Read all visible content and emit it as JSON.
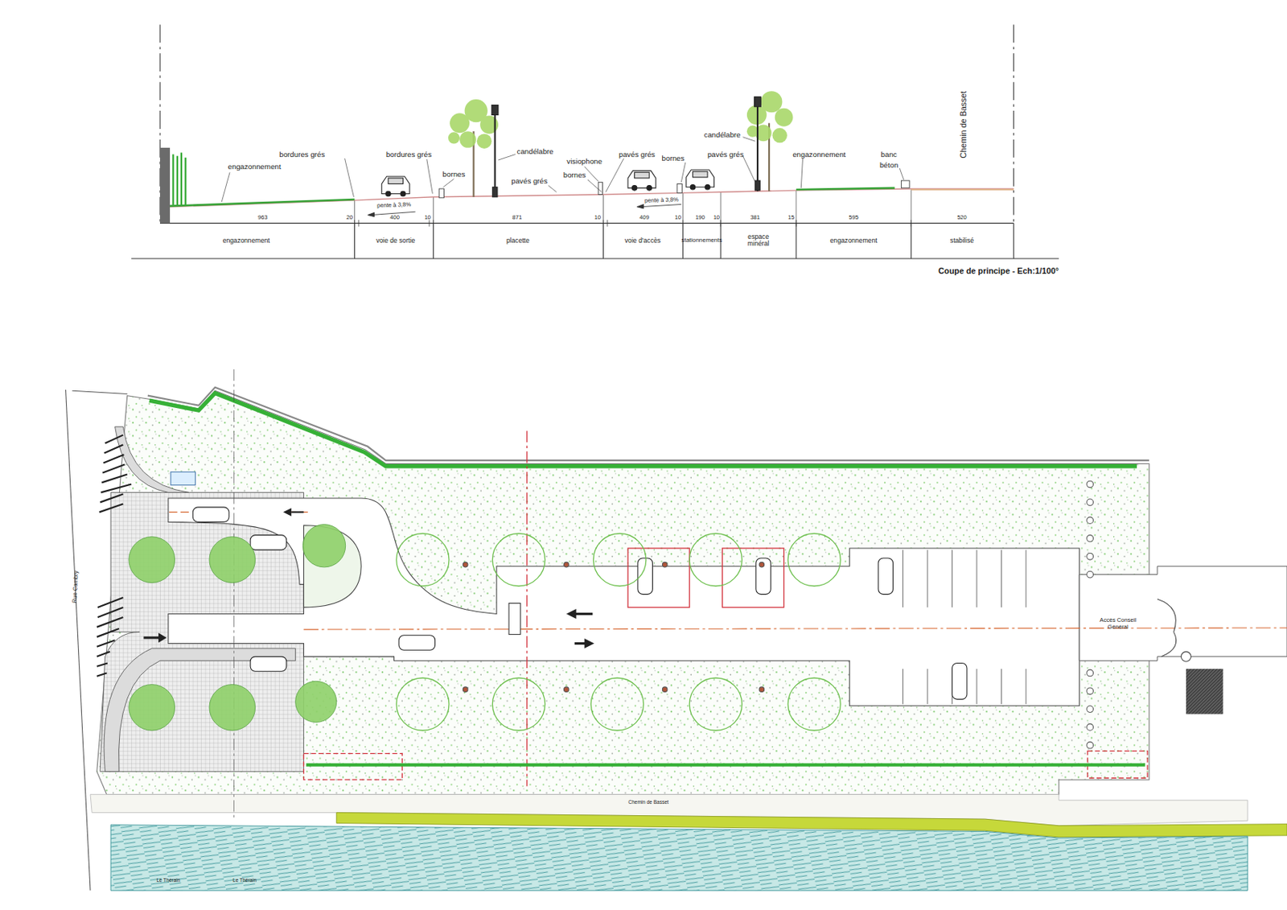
{
  "diagram": {
    "caption": "Coupe de principe - Ech:1/100°",
    "labels": [
      "bordures grés",
      "engazonnement",
      "bordures grés",
      "candélabre",
      "bornes",
      "pavés grés",
      "visiophone",
      "bornes",
      "pavés grés",
      "bornes",
      "candélabre",
      "pavés grés",
      "engazonnement",
      "banc",
      "béton",
      "Chemin de Basset",
      "pente à 3,8%",
      "pente à 3,8%",
      "963",
      "20",
      "400",
      "10",
      "871",
      "10",
      "409",
      "10",
      "190",
      "10",
      "381",
      "15",
      "595",
      "520",
      "engazonnement",
      "voie de sortie",
      "placette",
      "voie d'accès",
      "stationnements",
      "espace minéral",
      "engazonnement",
      "stabilisé",
      "Rue Cambry",
      "Accès Conseil Général",
      "Chemin de Basset",
      "Le Thérain",
      "Le Thérain"
    ]
  }
}
